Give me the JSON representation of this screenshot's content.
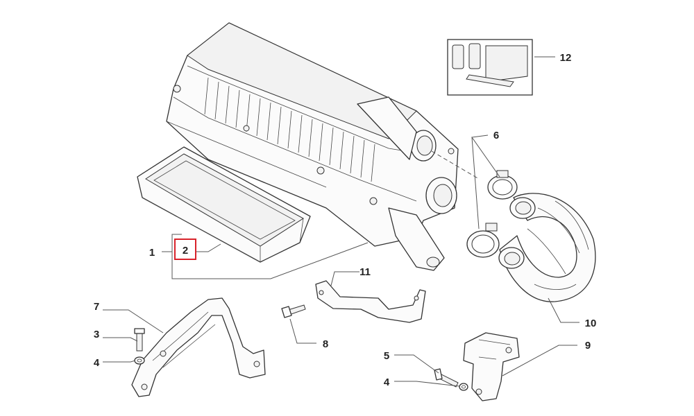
{
  "diagram": {
    "callouts": [
      "1",
      "2",
      "3",
      "4",
      "4",
      "5",
      "6",
      "7",
      "8",
      "9",
      "10",
      "11",
      "12"
    ],
    "highlight_color": "#d8222a",
    "highlighted_callout": "2"
  }
}
